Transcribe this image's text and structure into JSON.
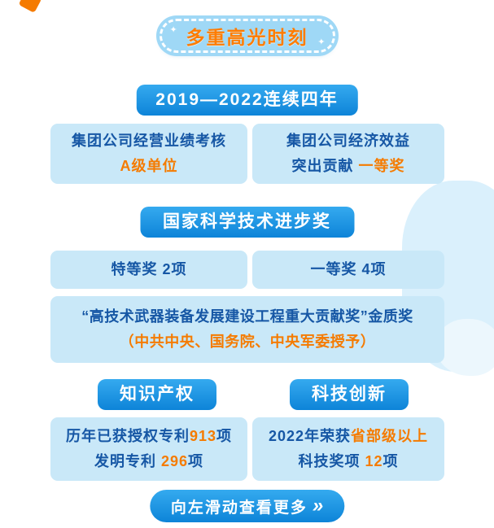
{
  "colors": {
    "header_blue_top": "#35AAEF",
    "header_blue_bottom": "#0D84D8",
    "card_light_blue": "#C9E8F8",
    "text_dark_blue": "#1657A5",
    "accent_orange": "#F57B00",
    "badge_fill_blue": "#9FD8F6",
    "badge_text_orange": "#FF7C00"
  },
  "badge": {
    "label": "多重高光时刻",
    "sparkle": "✦"
  },
  "section1": {
    "header": "2019—2022连续四年",
    "card_left": {
      "line1": "集团公司经营业绩考核",
      "line2": "A级单位"
    },
    "card_right": {
      "line1": "集团公司经济效益",
      "line2_blue": "突出贡献 ",
      "line2_orange": "一等奖"
    }
  },
  "section2": {
    "header": "国家科学技术进步奖",
    "card_left": "特等奖 2项",
    "card_right": "一等奖 4项",
    "wide_card": {
      "line1": "“高技术武器装备发展建设工程重大贡献奖”金质奖",
      "line2": "（中共中央、国务院、中央军委授予）"
    }
  },
  "section3": {
    "header_left": "知识产权",
    "header_right": "科技创新",
    "card_left": {
      "line1_blue": "历年已获授权专利",
      "line1_orange": "913",
      "line1_suffix": "项",
      "line2_blue": "发明专利 ",
      "line2_orange": "296",
      "line2_suffix": "项"
    },
    "card_right": {
      "line1_blue": "2022年荣获",
      "line1_orange": "省部级以上",
      "line2_blue": "科技奖项 ",
      "line2_orange": "12",
      "line2_suffix": "项"
    }
  },
  "footer": {
    "more_label": "向左滑动查看更多",
    "arrow": "»"
  }
}
